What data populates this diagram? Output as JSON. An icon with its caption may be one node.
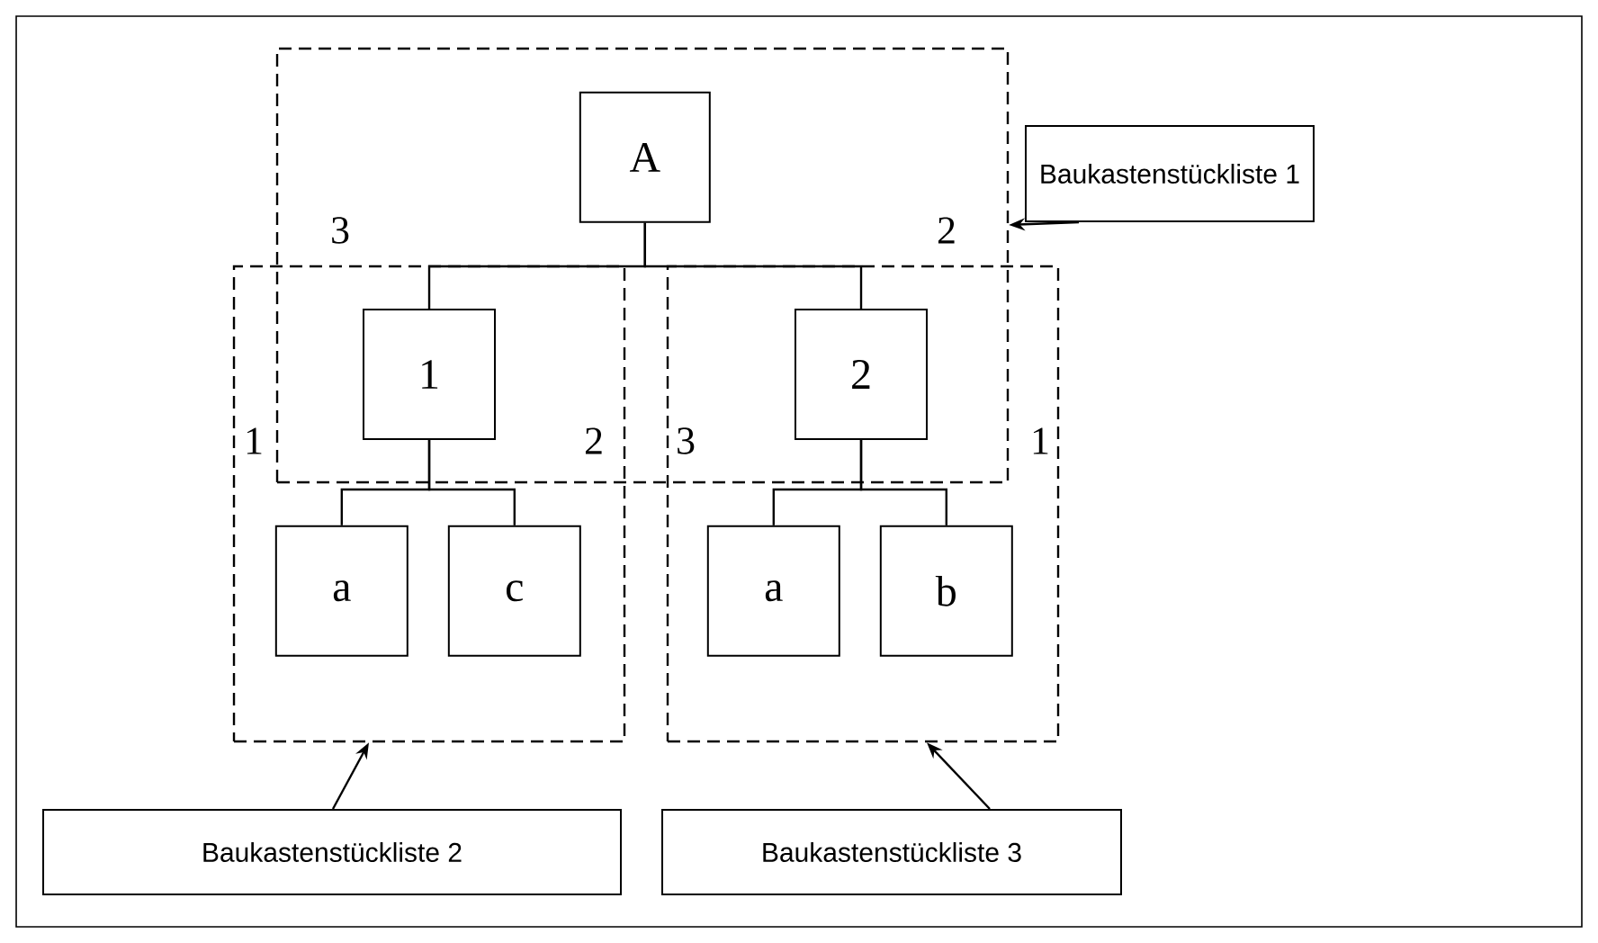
{
  "diagram": {
    "nodes": [
      {
        "text": [],
        "shape": "box"
      },
      {
        "text": [
          "A"
        ],
        "in": 0
      },
      {
        "text": [
          "Baukastenstückliste 1"
        ]
      },
      {
        "text": [],
        "shape": "box"
      },
      {
        "text": [],
        "shape": "box"
      },
      {
        "text": [
          "1"
        ]
      },
      {
        "text": [
          "2"
        ]
      },
      {
        "text": [
          "a"
        ],
        "in": 3
      },
      {
        "text": [
          "c"
        ],
        "in": 3
      },
      {
        "text": [
          "a"
        ],
        "in": 4
      },
      {
        "text": [
          "b"
        ],
        "in": 4
      },
      {
        "text": [
          "Baukastenstückliste 2"
        ]
      },
      {
        "text": [
          "Baukastenstückliste 3"
        ]
      }
    ],
    "edges": [
      {
        "from": 1,
        "to": 5,
        "arrow": "none"
      },
      {
        "from": 1,
        "to": 6,
        "arrow": "none"
      },
      {
        "from": 5,
        "to": 7,
        "arrow": "none"
      },
      {
        "from": 5,
        "to": 8,
        "arrow": "none"
      },
      {
        "from": 6,
        "to": 9,
        "arrow": "none"
      },
      {
        "from": 6,
        "to": 10,
        "arrow": "none"
      },
      {
        "from": 2,
        "to": 0,
        "arrow": "to"
      },
      {
        "from": 11,
        "to": 3,
        "arrow": "to"
      },
      {
        "from": 12,
        "to": 4,
        "arrow": "to"
      }
    ],
    "labels": [
      "3",
      "2",
      "1",
      "2",
      "3",
      "1"
    ]
  }
}
